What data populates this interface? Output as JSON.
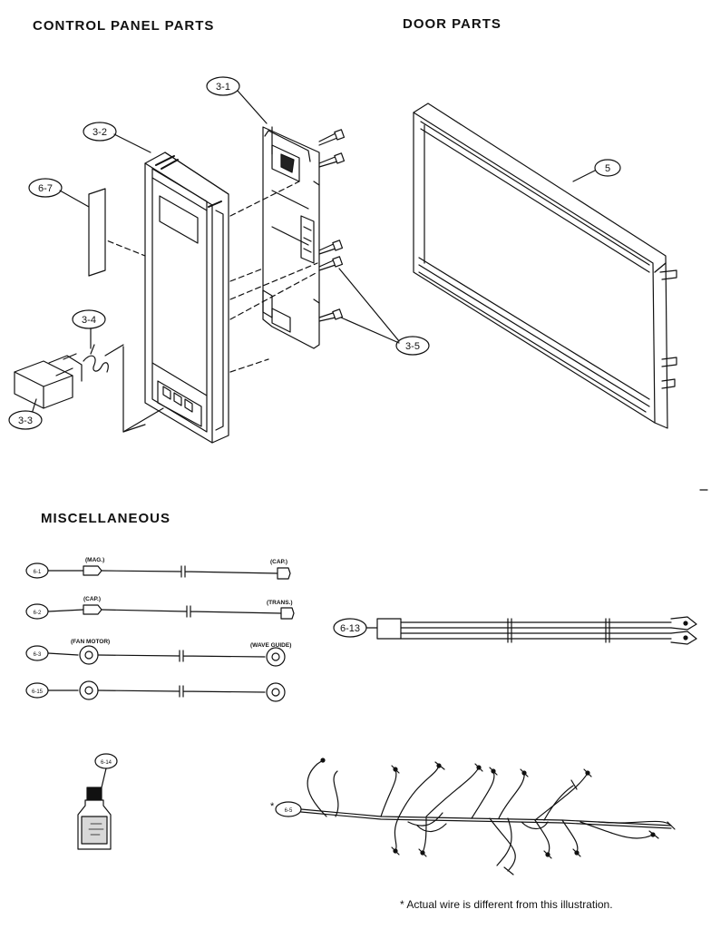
{
  "sections": {
    "control_panel": "CONTROL PANEL PARTS",
    "door": "DOOR PARTS",
    "misc": "MISCELLANEOUS"
  },
  "callouts": {
    "c3_1": "3-1",
    "c3_2": "3-2",
    "c6_7": "6-7",
    "c3_4": "3-4",
    "c3_3": "3-3",
    "c3_5": "3-5",
    "c5": "5",
    "c6_1": "6-1",
    "c6_2": "6-2",
    "c6_3": "6-3",
    "c6_15": "6-15",
    "c6_13": "6-13",
    "c6_14": "6-14",
    "c6_5": "6-5"
  },
  "wire_labels": {
    "mag": "(MAG.)",
    "cap1": "(CAP.)",
    "cap2": "(CAP.)",
    "trans": "(TRANS.)",
    "fan_motor": "(FAN MOTOR)",
    "wave_guide": "(WAVE GUIDE)"
  },
  "asterisk": "*",
  "footnote": "* Actual wire is different from this illustration."
}
